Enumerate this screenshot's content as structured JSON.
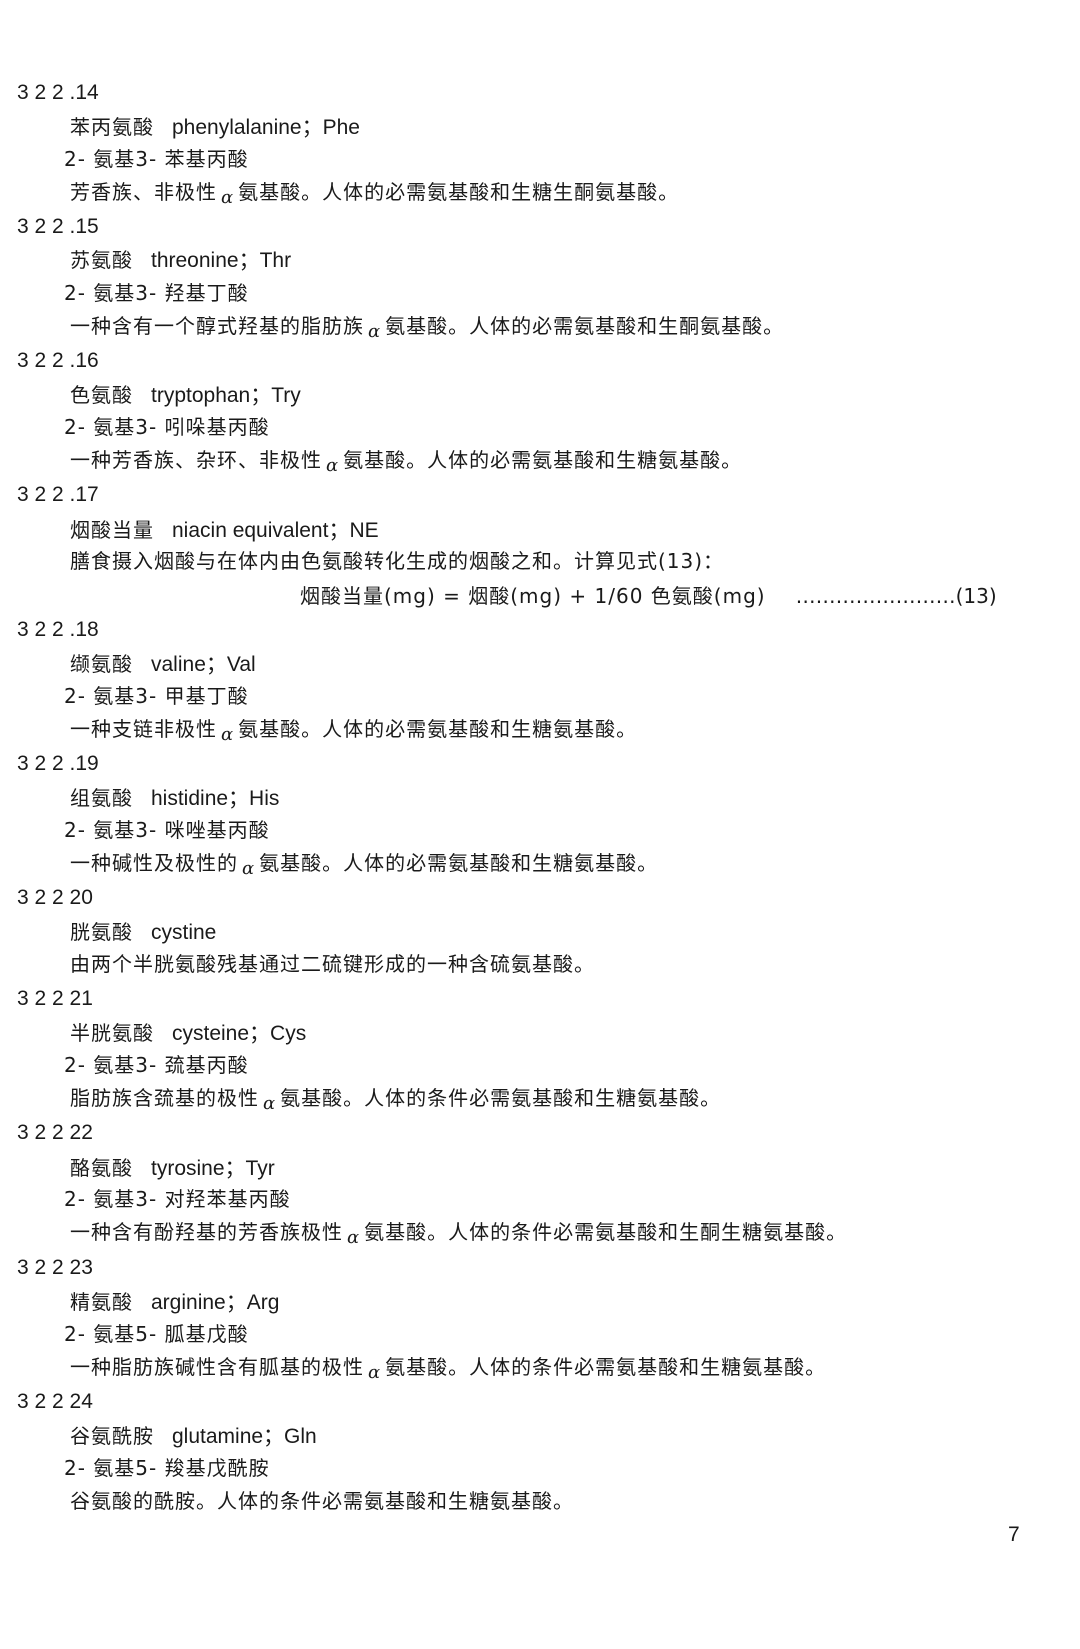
{
  "entries": [
    {
      "number": "3 2 2 .14",
      "zh": "苯丙氨酸",
      "en": "phenylalanine；Phe",
      "chem": "2- 氨基3- 苯基丙酸",
      "def_pre": "芳香族、非极性",
      "alpha": "α",
      "def_post": "氨基酸。人体的必需氨基酸和生糖生酮氨基酸。"
    },
    {
      "number": "3 2 2 .15",
      "zh": "苏氨酸",
      "en": "threonine；Thr",
      "chem": "2- 氨基3- 羟基丁酸",
      "def_pre": "一种含有一个醇式羟基的脂肪族",
      "alpha": "α",
      "def_post": "氨基酸。人体的必需氨基酸和生酮氨基酸。"
    },
    {
      "number": "3 2 2 .16",
      "zh": "色氨酸",
      "en": "tryptophan；Try",
      "chem": "2- 氨基3- 吲哚基丙酸",
      "def_pre": "一种芳香族、杂环、非极性",
      "alpha": "α",
      "def_post": "氨基酸。人体的必需氨基酸和生糖氨基酸。"
    },
    {
      "number": "3 2 2 .17",
      "zh": "烟酸当量",
      "en": "niacin equivalent；NE",
      "def_text": "膳食摄入烟酸与在体内由色氨酸转化生成的烟酸之和。计算见式(13)：",
      "formula": "烟酸当量(mg) = 烟酸(mg) + 1/60  色氨酸(mg)",
      "formula_dots": "……………………(13)"
    },
    {
      "number": "3 2 2 .18",
      "zh": "缬氨酸",
      "en": "valine；Val",
      "chem": "2- 氨基3- 甲基丁酸",
      "def_pre": "一种支链非极性",
      "alpha": "α",
      "def_post": "氨基酸。人体的必需氨基酸和生糖氨基酸。"
    },
    {
      "number": "3 2 2 .19",
      "zh": "组氨酸",
      "en": "histidine；His",
      "chem": "2- 氨基3- 咪唑基丙酸",
      "def_pre": "一种碱性及极性的",
      "alpha": "α",
      "def_post": "氨基酸。人体的必需氨基酸和生糖氨基酸。"
    },
    {
      "number": "3 2 2 20",
      "zh": "胱氨酸",
      "en": "cystine",
      "def_text": "由两个半胱氨酸残基通过二硫键形成的一种含硫氨基酸。"
    },
    {
      "number": "3 2 2 21",
      "zh": "半胱氨酸",
      "en": "cysteine；Cys",
      "chem": "2- 氨基3- 巯基丙酸",
      "def_pre": "脂肪族含巯基的极性",
      "alpha": "α",
      "def_post": "氨基酸。人体的条件必需氨基酸和生糖氨基酸。"
    },
    {
      "number": "3 2 2 22",
      "zh": "酪氨酸",
      "en": "tyrosine；Tyr",
      "chem": "2- 氨基3- 对羟苯基丙酸",
      "def_pre": "一种含有酚羟基的芳香族极性",
      "alpha": "α",
      "def_post": "氨基酸。人体的条件必需氨基酸和生酮生糖氨基酸。"
    },
    {
      "number": "3 2 2 23",
      "zh": "精氨酸",
      "en": "arginine；Arg",
      "chem": "2- 氨基5- 胍基戊酸",
      "def_pre": "一种脂肪族碱性含有胍基的极性",
      "alpha": "α",
      "def_post": "氨基酸。人体的条件必需氨基酸和生糖氨基酸。"
    },
    {
      "number": "3 2 2 24",
      "zh": "谷氨酰胺",
      "en": "glutamine；Gln",
      "chem": "2- 氨基5- 羧基戊酰胺",
      "def_text": "谷氨酸的酰胺。人体的条件必需氨基酸和生糖氨基酸。"
    }
  ],
  "page_number": "7"
}
